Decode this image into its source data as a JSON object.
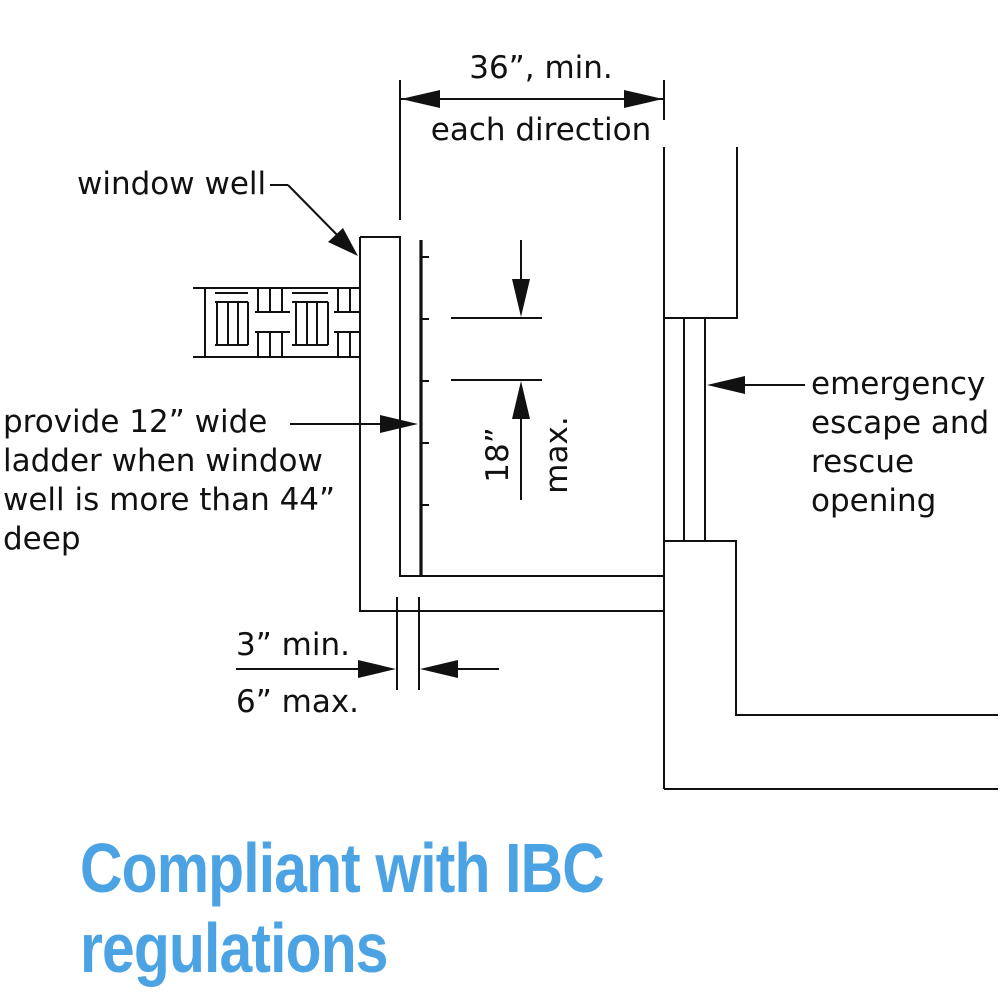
{
  "labels": {
    "width_top": "36”, min.",
    "width_bottom": "each direction",
    "window_well": "window well",
    "ladder_line1": "provide 12” wide",
    "ladder_line2": "ladder when window",
    "ladder_line3": "well is more than 44”",
    "ladder_line4": "deep",
    "rung_value": "18”",
    "rung_max": "max.",
    "offset_min": "3” min.",
    "offset_max": "6” max.",
    "opening_line1": "emergency",
    "opening_line2": "escape and",
    "opening_line3": "rescue",
    "opening_line4": "opening"
  },
  "banner": {
    "text": "Compliant with IBC regulations",
    "color": "#4ba3e3"
  }
}
